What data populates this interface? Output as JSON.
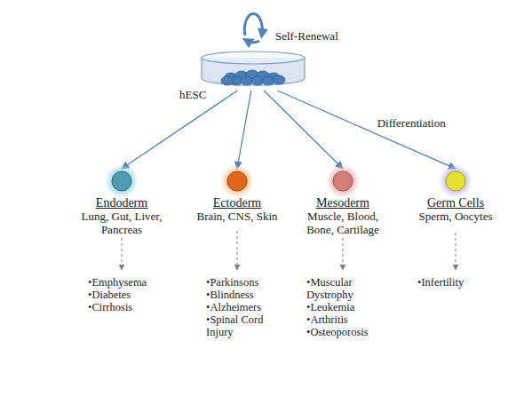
{
  "diagram": {
    "nodes": [
      {
        "text": [
          "hESC"
        ]
      },
      {
        "text": [
          "Endoderm",
          "Lung, Gut, Liver, Pancreas"
        ]
      },
      {
        "text": [
          "Ectoderm",
          "Brain, CNS, Skin"
        ]
      },
      {
        "text": [
          "Mesoderm",
          "Muscle, Blood, Bone, Cartilage"
        ]
      },
      {
        "text": [
          "Germ Cells",
          "Sperm, Oocytes"
        ]
      }
    ],
    "edges": [
      {
        "from": 0,
        "to": 1,
        "arrow": "to"
      },
      {
        "from": 0,
        "to": 2,
        "arrow": "to"
      },
      {
        "from": 0,
        "to": 3,
        "arrow": "to"
      },
      {
        "from": 0,
        "to": 4,
        "arrow": "to",
        "label": "Differentiation"
      }
    ],
    "labels": [
      "Self-Renewal",
      "•Emphysema",
      "•Diabetes",
      "•Cirrhosis",
      "•Parkinsons",
      "•Blindness",
      "•Alzheimers",
      "•Spinal Cord Injury",
      "•Muscular Dystrophy",
      "•Leukemia",
      "•Arthritis",
      "•Osteoporosis",
      "•Infertility"
    ]
  }
}
